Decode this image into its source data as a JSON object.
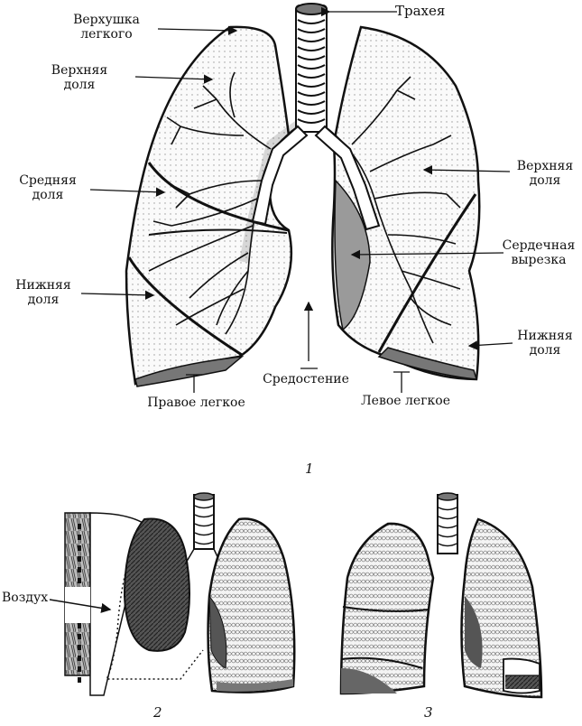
{
  "figure1": {
    "number": "1",
    "labels": {
      "trachea": "Трахея",
      "apex": "Верхушка легкого",
      "upper_lobe_right": "Верхняя доля",
      "middle_lobe": "Средняя доля",
      "lower_lobe_right": "Нижняя доля",
      "upper_lobe_left": "Верхняя доля",
      "cardiac_notch": "Сердечная вырезка",
      "lower_lobe_left": "Нижняя доля",
      "mediastinum": "Средостение",
      "right_lung": "Правое легкое",
      "left_lung": "Левое легкое"
    }
  },
  "figure2": {
    "number": "2",
    "labels": {
      "air": "Воздух"
    }
  },
  "figure3": {
    "number": "3"
  }
}
